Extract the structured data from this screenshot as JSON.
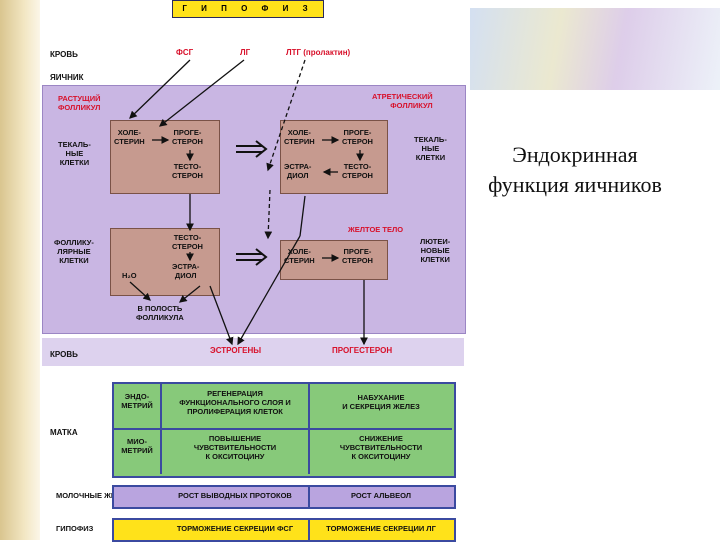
{
  "slide": {
    "title": "Эндокринная функция яичников"
  },
  "diagram": {
    "top_box": "Г И П О Ф И З",
    "side_labels": {
      "blood1": "КРОВЬ",
      "ovary": "ЯИЧНИК",
      "theca_left": "ТЕКАЛЬ-\nНЫЕ\nКЛЕТКИ",
      "theca_right": "ТЕКАЛЬ-\nНЫЕ\nКЛЕТКИ",
      "follicular": "ФОЛЛИКУ-\nЛЯРНЫЕ\nКЛЕТКИ",
      "luteal": "ЛЮТЕИ-\nНОВЫЕ\nКЛЕТКИ",
      "blood2": "КРОВЬ",
      "uterus": "МАТКА",
      "mammary": "МОЛОЧНЫЕ ЖЕЛЕЗЫ",
      "pituitary": "ГИПОФИЗ"
    },
    "hormones_top": {
      "fsh": "ФСГ",
      "lh": "ЛГ",
      "ltg": "ЛТГ (пролактин)"
    },
    "follicles": {
      "growing": "РАСТУЩИЙ\nФОЛЛИКУЛ",
      "atretic": "АТРЕТИЧЕСКИЙ\nФОЛЛИКУЛ",
      "corpus": "ЖЕЛТОЕ ТЕЛО"
    },
    "box1": {
      "chol": "ХОЛЕ-\nСТЕРИН",
      "prog": "ПРОГЕ-\nСТЕРОН",
      "test": "ТЕСТО-\nСТЕРОН"
    },
    "box2": {
      "chol": "ХОЛЕ-\nСТЕРИН",
      "prog": "ПРОГЕ-\nСТЕРОН",
      "estr": "ЭСТРА-\nДИОЛ",
      "test": "ТЕСТО-\nСТЕРОН"
    },
    "box3": {
      "test": "ТЕСТО-\nСТЕРОН",
      "h2o": "H₂O",
      "estr": "ЭСТРА-\nДИОЛ"
    },
    "box4": {
      "chol": "ХОЛЕ-\nСТЕРИН",
      "prog": "ПРОГЕ-\nСТЕРОН"
    },
    "cavity": "В ПОЛОСТЬ\nФОЛЛИКУЛА",
    "estrogens": "ЭСТРОГЕНЫ",
    "progesterone": "ПРОГЕСТЕРОН",
    "uterus_rows": [
      {
        "layer": "ЭНДО-\nМЕТРИЙ",
        "estro": "РЕГЕНЕРАЦИЯ\nФУНКЦИОНАЛЬНОГО СЛОЯ И\nПРОЛИФЕРАЦИЯ КЛЕТОК",
        "proges": "НАБУХАНИЕ\nИ СЕКРЕЦИЯ ЖЕЛЕЗ"
      },
      {
        "layer": "МИО-\nМЕТРИЙ",
        "estro": "ПОВЫШЕНИЕ\nЧУВСТВИТЕЛЬНОСТИ\nК ОКСИТОЦИНУ",
        "proges": "СНИЖЕНИЕ\nЧУВСТВИТЕЛЬНОСТИ\nК ОКСИТОЦИНУ"
      }
    ],
    "mammary": {
      "estro": "РОСТ ВЫВОДНЫХ ПРОТОКОВ",
      "proges": "РОСТ АЛЬВЕОЛ"
    },
    "pituitary": {
      "estro": "ТОРМОЖЕНИЕ СЕКРЕЦИИ ФСГ",
      "proges": "ТОРМОЖЕНИЕ СЕКРЕЦИИ ЛГ"
    },
    "colors": {
      "ovary": "#c9b6e3",
      "cell_box": "#c69a8f",
      "effects": "#87c97a",
      "highlight": "#ffe21a",
      "accent_red": "#d8102a",
      "border": "#3b4aa0"
    }
  }
}
